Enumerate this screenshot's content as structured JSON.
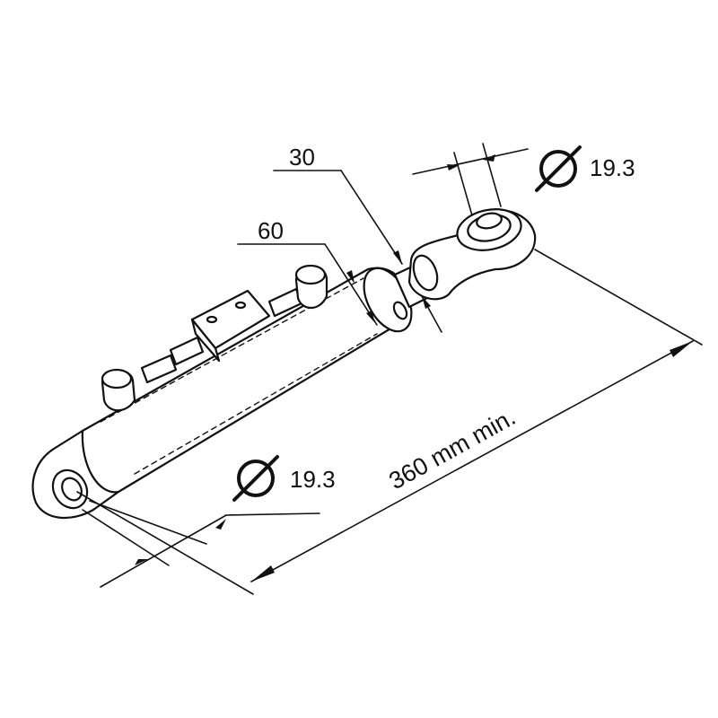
{
  "figure": {
    "dimensions": {
      "rod_diameter": "30",
      "cylinder_diameter": "60",
      "top_eye_diameter_value": "19.3",
      "bottom_eye_diameter_value": "19.3",
      "min_length": "360 mm min."
    },
    "diameter_symbol": "diameter-symbol",
    "colors": {
      "line": "#111111",
      "background": "#ffffff"
    }
  }
}
